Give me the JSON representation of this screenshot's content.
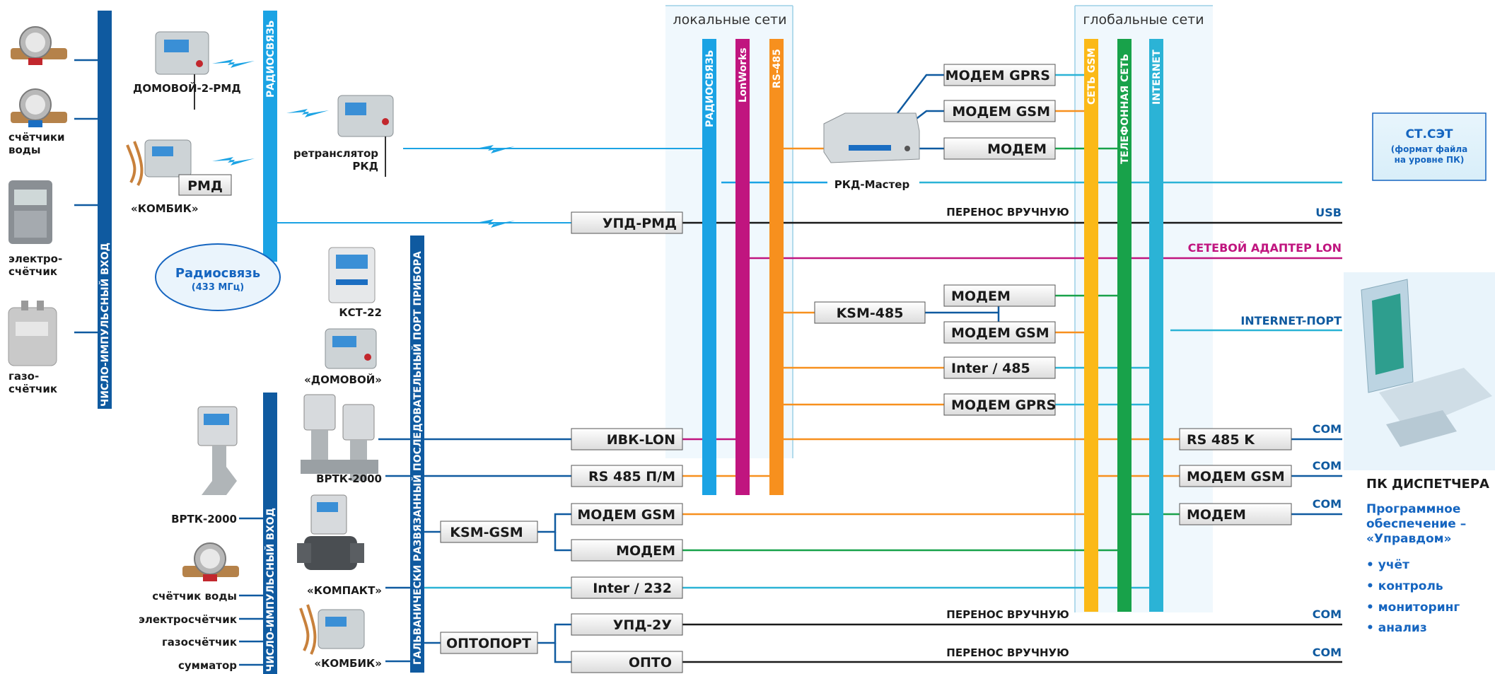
{
  "network_groups": {
    "local": "локальные сети",
    "global": "глобальные сети"
  },
  "vertical_bars": {
    "radio_main": "РАДИОСВЯЗЬ",
    "pulse_top": "ЧИСЛО-ИМПУЛЬСНЫЙ ВХОД",
    "galvanic": "ГАЛЬВАНИЧЕСКИ РАЗВЯЗАННЫЙ ПОСЛЕДОВАТЕЛЬНЫЙ ПОРТ ПРИБОРА",
    "pulse_bottom": "ЧИСЛО-ИМПУЛЬСНЫЙ ВХОД",
    "local_radio": "РАДИОСВЯЗЬ",
    "lonworks": "LonWorks",
    "rs485": "RS-485",
    "gsm": "СЕТЬ GSM",
    "phone": "ТЕЛЕФОННАЯ СЕТЬ",
    "internet": "INTERNET"
  },
  "left_devices": {
    "water_meters": [
      "счётчики",
      "воды"
    ],
    "electric_meter": [
      "электро-",
      "счётчик"
    ],
    "gas_meter": [
      "газо-",
      "счётчик"
    ]
  },
  "radio_devices": {
    "domovoy_2rmd": "ДОМОВОЙ-2-РМД",
    "kombik": "«КОМБИК»",
    "rmd": "РМД",
    "retranslator": [
      "ретранслятор",
      "РКД"
    ],
    "radio_ellipse_title": "Радиосвязь",
    "radio_ellipse_freq": "(433 МГц)"
  },
  "serial_devices": {
    "kst22": "КСТ-22",
    "domovoy": "«ДОМОВОЙ»",
    "vrtk2000_a": "ВРТК-2000",
    "kompakt": "«КОМПАКТ»",
    "kombik": "«КОМБИК»"
  },
  "pulse_bottom_devices": {
    "vrtk2000": "ВРТК-2000",
    "water": "счётчик воды",
    "electric": "электросчётчик",
    "gas": "газосчётчик",
    "summator": "сумматор"
  },
  "boxes": {
    "upd_rmd": "УПД-РМД",
    "ivk_lon": "ИВК-LON",
    "rs485_pm": "RS 485 П/М",
    "ksm_gsm": "KSM-GSM",
    "modem_gsm_lower": "МОДЕМ GSM",
    "modem_lower": "МОДЕМ",
    "inter232": "Inter / 232",
    "optoport": "ОПТОПОРТ",
    "upd_2u": "УПД-2У",
    "opto": "ОПТО",
    "modem_gprs_top": "МОДЕМ GPRS",
    "modem_gsm_top": "МОДЕМ GSM",
    "modem_top": "МОДЕМ",
    "rkd_master": "РКД-Мастер",
    "ksm485": "KSM-485",
    "modem_mid": "МОДЕМ",
    "modem_gsm_mid": "МОДЕМ GSM",
    "inter485": "Inter / 485",
    "modem_gprs_mid": "МОДЕМ GPRS",
    "rs485k": "RS 485 K",
    "modem_gsm_right": "МОДЕМ GSM",
    "modem_right": "МОДЕМ"
  },
  "line_labels": {
    "manual_transfer": "ПЕРЕНОС ВРУЧНУЮ"
  },
  "right_labels": {
    "usb": "USB",
    "lon_adapter": "СЕТЕВОЙ АДАПТЕР LON",
    "internet_port": "INTERNET-ПОРТ",
    "com": "COM"
  },
  "stset_box": {
    "title": "СТ.СЭТ",
    "line1": "(формат файла",
    "line2": "на уровне ПК)"
  },
  "pc_panel": {
    "title": "ПК ДИСПЕТЧЕРА",
    "software": [
      "Программное",
      "обеспечение –",
      "«Управдом»"
    ],
    "features": [
      "• учёт",
      "• контроль",
      "• мониторинг",
      "• анализ"
    ]
  },
  "colors": {
    "radio_blue": "#1ba3e4",
    "lon_magenta": "#c0157f",
    "rs485_orange": "#f7901e",
    "gsm_yellow": "#fbb917",
    "phone_green": "#18a24a",
    "internet_cyan": "#2bb3d6",
    "dark_blue": "#0f5aa0",
    "box_border": "#555555",
    "box_fill": "#f2f2f2"
  }
}
